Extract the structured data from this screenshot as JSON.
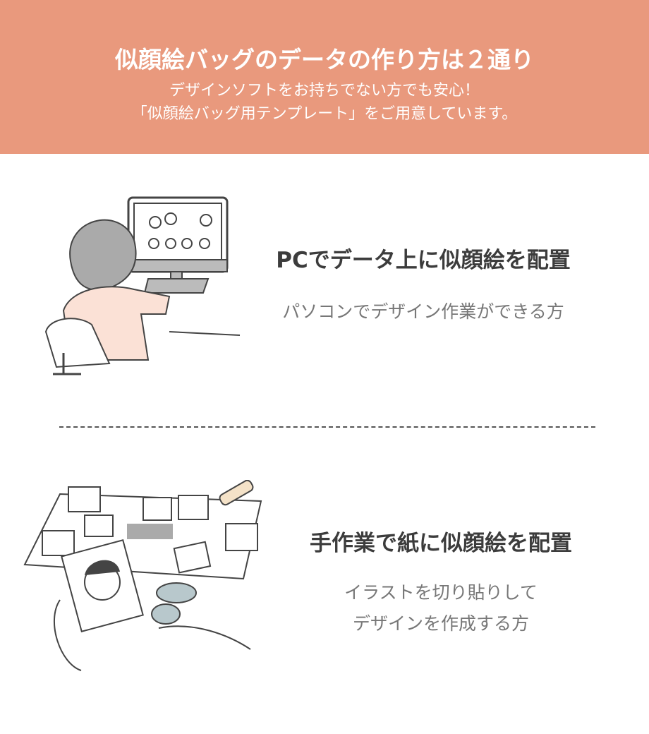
{
  "header": {
    "title": "似顔絵バッグのデータの作り方は２通り",
    "subtitle_line1": "デザインソフトをお持ちでない方でも安心！",
    "subtitle_line2": "「似顔絵バッグ用テンプレート」をご用意しています。"
  },
  "methods": [
    {
      "heading": "PCでデータ上に似顔絵を配置",
      "desc_line1": "パソコンでデザイン作業ができる方",
      "icon": "person-at-computer-illustration"
    },
    {
      "heading": "手作業で紙に似顔絵を配置",
      "desc_line1": "イラストを切り貼りして",
      "desc_line2": "デザインを作成する方",
      "icon": "cutting-paper-illustration"
    }
  ],
  "colors": {
    "header_bg": "#e9997d",
    "heading": "#3c3c3c",
    "desc": "#777777"
  }
}
